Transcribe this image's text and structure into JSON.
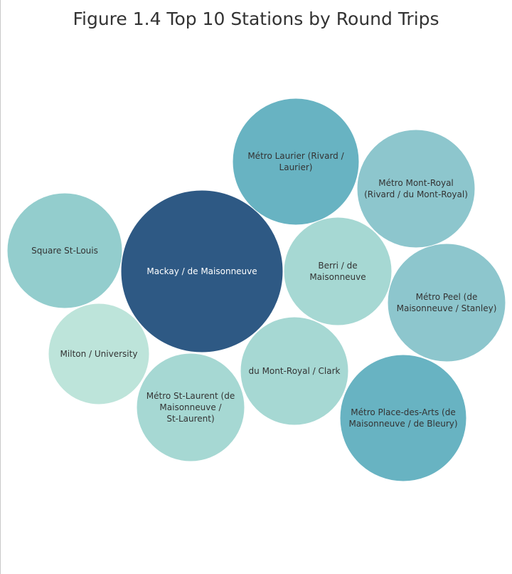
{
  "chart_data": {
    "type": "bubble",
    "title": "Figure 1.4 Top 10 Stations by Round Trips",
    "bubbles": [
      {
        "label": "Mackay / de Maisonneuve",
        "color": "#2e5984",
        "text_color": "#ffffff"
      },
      {
        "label": "Métro Laurier (Rivard / Laurier)",
        "color": "#68b3c2",
        "text_color": "#333333"
      },
      {
        "label": "Métro Place-des-Arts (de Maisonneuve / de Bleury)",
        "color": "#68b3c2",
        "text_color": "#333333"
      },
      {
        "label": "Métro Peel (de Maisonneuve / Stanley)",
        "color": "#8dc6cd",
        "text_color": "#333333"
      },
      {
        "label": "Métro Mont-Royal (Rivard / du Mont-Royal)",
        "color": "#8dc6cd",
        "text_color": "#333333"
      },
      {
        "label": "Square St-Louis",
        "color": "#93cdcd",
        "text_color": "#333333"
      },
      {
        "label": "Berri / de Maisonneuve",
        "color": "#a6d8d3",
        "text_color": "#333333"
      },
      {
        "label": "du Mont-Royal / Clark",
        "color": "#a6d8d3",
        "text_color": "#333333"
      },
      {
        "label": "Métro St-Laurent (de Maisonneuve / St-Laurent)",
        "color": "#a6d8d3",
        "text_color": "#333333"
      },
      {
        "label": "Milton / University",
        "color": "#bde4da",
        "text_color": "#333333"
      }
    ]
  }
}
